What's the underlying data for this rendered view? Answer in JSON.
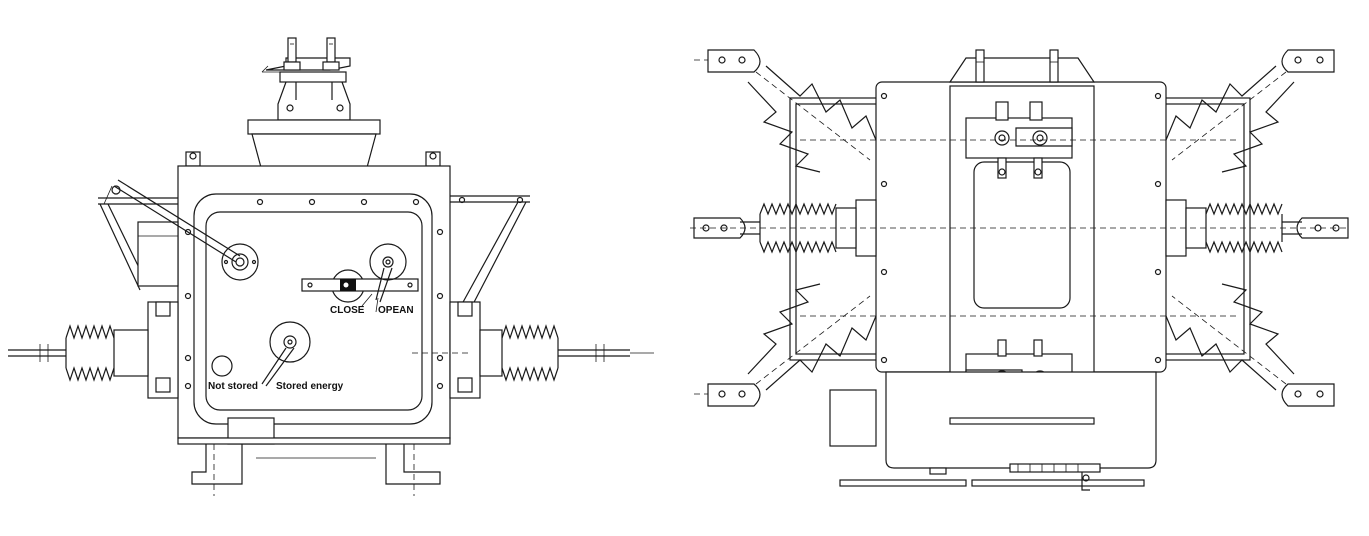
{
  "front_view": {
    "label_close": "CLOSE",
    "label_open": "OPEAN",
    "label_not_stored": "Not stored",
    "label_stored_energy": "Stored energy"
  },
  "colors": {
    "line": "#1a1a1a",
    "background": "#ffffff",
    "indicator_fill": "#111111"
  }
}
